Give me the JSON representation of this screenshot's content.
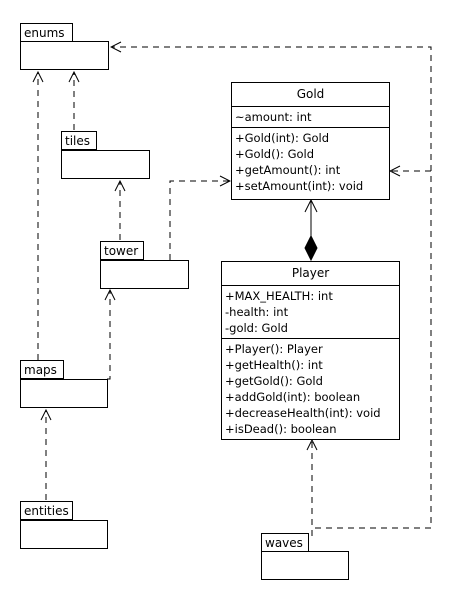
{
  "packages": {
    "enums": "enums",
    "tiles": "tiles",
    "tower": "tower",
    "maps": "maps",
    "entities": "entities",
    "waves": "waves"
  },
  "classes": {
    "gold": {
      "name": "Gold",
      "attributes": [
        "~amount: int"
      ],
      "operations": [
        "+Gold(int): Gold",
        "+Gold(): Gold",
        "+getAmount(): int",
        "+setAmount(int): void"
      ]
    },
    "player": {
      "name": "Player",
      "attributes": [
        "+MAX_HEALTH: int",
        "-health: int",
        "-gold: Gold"
      ],
      "operations": [
        "+Player(): Player",
        "+getHealth(): int",
        "+getGold(): Gold",
        "+addGold(int): boolean",
        "+decreaseHealth(int): void",
        "+isDead(): boolean"
      ]
    }
  }
}
